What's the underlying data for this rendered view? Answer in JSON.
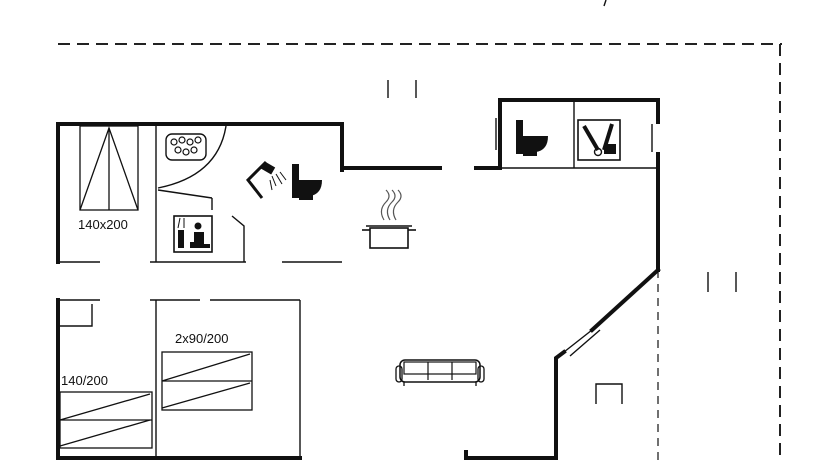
{
  "plan": {
    "bed_labels": {
      "bed_top_left": "140x200",
      "bed_bottom_left": "140/200",
      "bed_twin": "2x90/200"
    },
    "icons": [
      "jacuzzi-icon",
      "shower-icon",
      "toilet-icon",
      "sauna-icon",
      "kitchen-pot-icon",
      "toilet-icon",
      "utility-tools-icon",
      "sofa-icon"
    ]
  }
}
